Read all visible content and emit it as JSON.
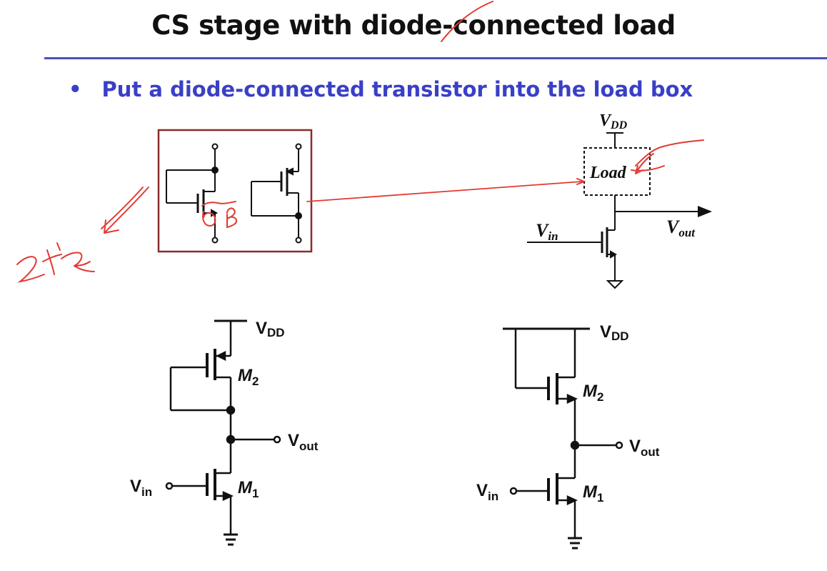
{
  "slide": {
    "title": "CS stage with  diode-connected load",
    "bullet": "Put a diode-connected transistor into the load box"
  },
  "colors": {
    "title_rule": "#4a52b8",
    "bullet_text": "#3a3fc7",
    "box_border": "#8b2b2b",
    "annotation_red": "#e23a32"
  },
  "generic_cs": {
    "vdd_main": "V",
    "vdd_sub": "DD",
    "load_label": "Load",
    "vin_main": "V",
    "vin_sub": "in",
    "vout_main": "V",
    "vout_sub": "out"
  },
  "circuit_left": {
    "vdd_main": "V",
    "vdd_sub": "DD",
    "m2_main": "M",
    "m2_sub": "2",
    "vout_main": "V",
    "vout_sub": "out",
    "vin_main": "V",
    "vin_sub": "in",
    "m1_main": "M",
    "m1_sub": "1"
  },
  "circuit_right": {
    "vdd_main": "V",
    "vdd_sub": "DD",
    "m2_main": "M",
    "m2_sub": "2",
    "vout_main": "V",
    "vout_sub": "out",
    "vin_main": "V",
    "vin_sub": "in",
    "m1_main": "M",
    "m1_sub": "1"
  }
}
